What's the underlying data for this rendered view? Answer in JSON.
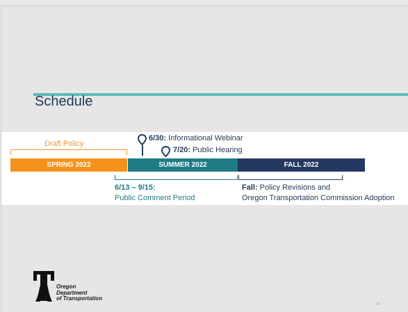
{
  "slide": {
    "title": "Schedule",
    "page_number": "15"
  },
  "timeline": {
    "draft_label": "Draft Policy",
    "segments": [
      {
        "label": "SPRING 2022",
        "color": "#f5921d"
      },
      {
        "label": "SUMMER 2022",
        "color": "#1f7c84"
      },
      {
        "label": "FALL 2022",
        "color": "#243962"
      }
    ],
    "markers": [
      {
        "date": "6/30:",
        "text": " Informational Webinar"
      },
      {
        "date": "7/20:",
        "text": " Public Hearing"
      }
    ],
    "comment_period": {
      "dates": "6/13 – 9/15:",
      "text": "Public Comment Period"
    },
    "fall": {
      "prefix": "Fall:",
      "line1": " Policy Revisions and",
      "line2": "Oregon Transportation Commission Adoption"
    }
  },
  "logo": {
    "line1": "Oregon",
    "line2": "Department",
    "line3": "of Transportation",
    "icon": "odot-logo-icon"
  },
  "colors": {
    "accent_teal": "#5fbcb8",
    "orange": "#f5921d",
    "teal": "#1f7c84",
    "navy": "#243962"
  }
}
